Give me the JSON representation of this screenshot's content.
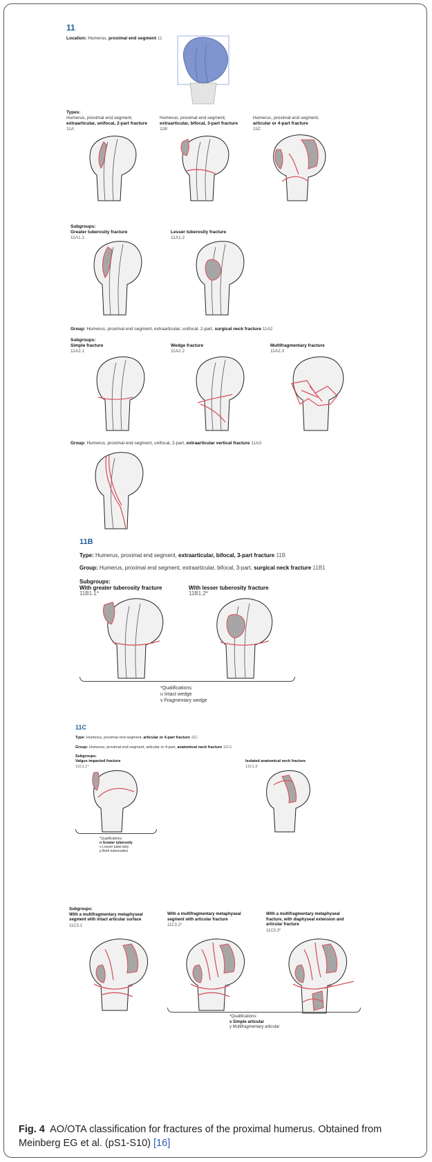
{
  "s11": {
    "title": "11",
    "location_label": "Location:",
    "location_text": "Humerus, ",
    "location_bold": "proximal end segment",
    "location_code": "11"
  },
  "types": {
    "label": "Types:",
    "a": {
      "line1": "Humerus, proximal end segment,",
      "bold": "extraarticular, unifocal, 2-part fracture",
      "code": "11A"
    },
    "b": {
      "line1": "Humerus, proximal end segment,",
      "bold": "extraarticular, bifocal, 3-part fracture",
      "code": "11B"
    },
    "c": {
      "line1": "Humerus, proximal end segment,",
      "bold": "articular or 4-part fracture",
      "code": "11C"
    }
  },
  "sub_a1": {
    "label": "Subgroups:",
    "g1": {
      "name": "Greater tuberosity fracture",
      "code": "11A1.1"
    },
    "g2": {
      "name": "Lesser tuberosity fracture",
      "code": "11A1.2"
    }
  },
  "group_a2": {
    "label": "Group:",
    "text": "Humerus, proximal end segment, extraarticular, unifocal, 2-part,",
    "bold": "surgical neck fracture",
    "code": "11A2",
    "sub_label": "Subgroups:",
    "g1": {
      "name": "Simple fracture",
      "code": "11A2.1"
    },
    "g2": {
      "name": "Wedge fracture",
      "code": "11A2.2"
    },
    "g3": {
      "name": "Multifragmentary fracture",
      "code": "11A2.3"
    }
  },
  "group_a3": {
    "label": "Group:",
    "text": "Humerus, proximal end segment, unifocal, 2-part,",
    "bold": "extraarticular vertical fracture",
    "code": "11A3"
  },
  "s11b": {
    "title": "11B",
    "type_label": "Type:",
    "type_text": "Humerus, proximal end segment,",
    "type_bold": "extraarticular, bifocal, 3-part fracture",
    "type_code": "11B",
    "group_label": "Group:",
    "group_text": "Humerus, proximal end segment, extraarticular, bifocal, 3-part,",
    "group_bold": "surgical neck fracture",
    "group_code": "11B1",
    "sub_label": "Subgroups:",
    "g1": {
      "name": "With greater tuberosity fracture",
      "code": "11B1.1*"
    },
    "g2": {
      "name": "With lesser tuberosity fracture",
      "code": "11B1.2*"
    },
    "qual_title": "*Qualifications:",
    "qual_1": "u  Intact wedge",
    "qual_2": "v  Fragmentary wedge"
  },
  "s11c": {
    "title": "11C",
    "type_label": "Type:",
    "type_text": "Humerus, proximal end segment,",
    "type_bold": "articular or 4-part fracture",
    "type_code": "11C",
    "group_label": "Group:",
    "group_text": "Humerus, proximal end segment, articular or 4-part,",
    "group_bold": "anatomical neck fracture",
    "group_code": "11C1",
    "sub_label": "Subgroups:",
    "g1": {
      "name": "Valgus impacted fracture",
      "code": "11C1.1*"
    },
    "g3": {
      "name": "Isolated anatomical neck fracture",
      "code": "11C1.3"
    },
    "qual_title": "*Qualifications:",
    "qual_1": "n  Greater tuberosity",
    "qual_2": "o  Lesser tuberosity",
    "qual_3": "p  Both tuberosities"
  },
  "s11c3": {
    "sub_label": "Subgroups:",
    "g1": {
      "l1": "With a multifragmentary metaphyseal",
      "l2": "segment with intact articular surface",
      "code": "11C3.1"
    },
    "g2": {
      "l1": "With a multifragmentary metaphyseal",
      "l2": "segment with articular fracture",
      "code": "11C3.2*"
    },
    "g3": {
      "l1": "With a multifragmentary metaphyseal",
      "l2": "fracture, with diaphyseal extension and",
      "l3": "articular fracture",
      "code": "11C3.3*"
    },
    "qual_title": "*Qualifications:",
    "qual_1": "x  Simple articular",
    "qual_2": "y  Multifragmentary articular"
  },
  "caption": {
    "label": "Fig. 4",
    "text": "AO/OTA classification for fractures of the proximal humerus. Obtained from Meinberg EG et al. (pS1-S10)",
    "ref": "[16]"
  },
  "colors": {
    "highlight_blue": "#7f95cf",
    "fracture_red": "#d9555f",
    "fragment_gray": "#a6a6a6",
    "section_blue": "#1f5f96",
    "link_blue": "#2a5db0"
  }
}
